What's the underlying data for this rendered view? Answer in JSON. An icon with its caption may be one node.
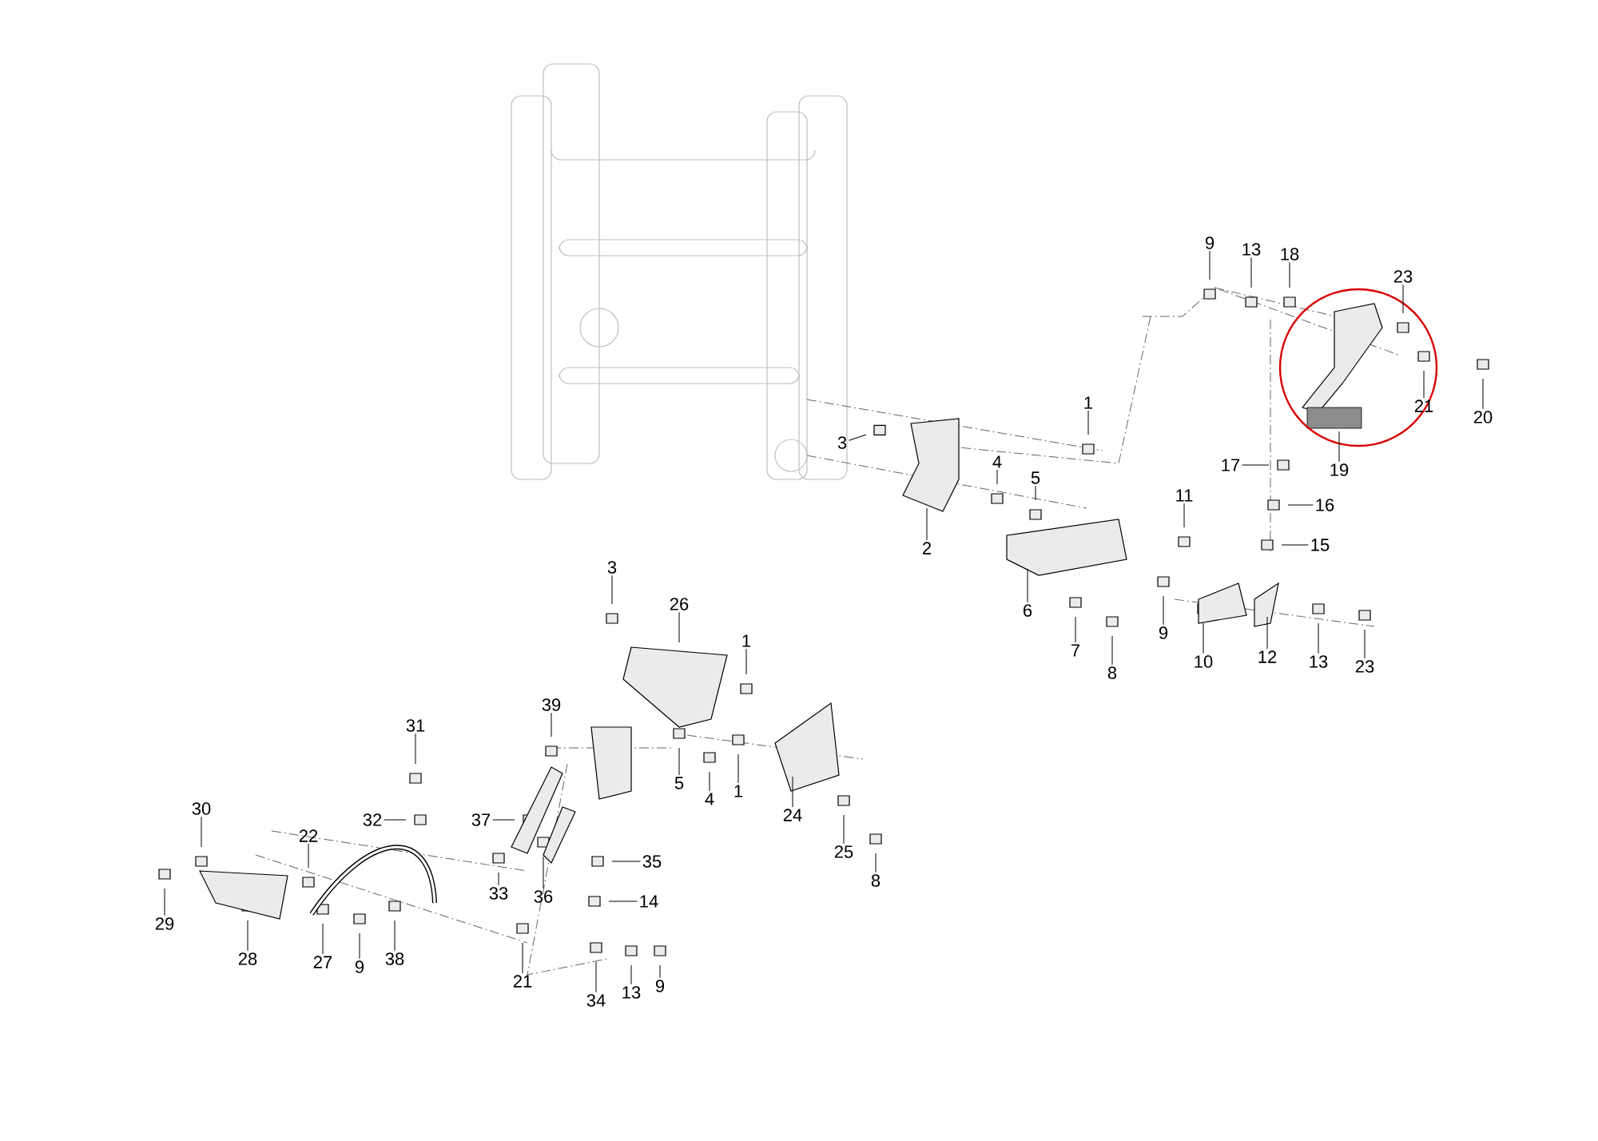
{
  "diagram": {
    "nodes": [
      {
        "text": [
          "9"
        ]
      },
      {
        "text": [
          "13"
        ]
      },
      {
        "text": [
          "18"
        ]
      },
      {
        "text": [
          "23"
        ]
      },
      {
        "text": [
          "21"
        ]
      },
      {
        "text": [
          "20"
        ]
      },
      {
        "text": [
          "19"
        ]
      },
      {
        "text": [
          "17"
        ]
      },
      {
        "text": [
          "16"
        ]
      },
      {
        "text": [
          "15"
        ]
      },
      {
        "text": [
          "11"
        ]
      },
      {
        "text": [
          "9"
        ]
      },
      {
        "text": [
          "10"
        ]
      },
      {
        "text": [
          "12"
        ]
      },
      {
        "text": [
          "13"
        ]
      },
      {
        "text": [
          "23"
        ]
      },
      {
        "text": [
          "1"
        ]
      },
      {
        "text": [
          "3"
        ]
      },
      {
        "text": [
          "4"
        ]
      },
      {
        "text": [
          "5"
        ]
      },
      {
        "text": [
          "2"
        ]
      },
      {
        "text": [
          "6"
        ]
      },
      {
        "text": [
          "7"
        ]
      },
      {
        "text": [
          "8"
        ]
      },
      {
        "text": [
          "3"
        ]
      },
      {
        "text": [
          "26"
        ]
      },
      {
        "text": [
          "1"
        ]
      },
      {
        "text": [
          "39"
        ]
      },
      {
        "text": [
          "5"
        ]
      },
      {
        "text": [
          "4"
        ]
      },
      {
        "text": [
          "1"
        ]
      },
      {
        "text": [
          "24"
        ]
      },
      {
        "text": [
          "25"
        ]
      },
      {
        "text": [
          "8"
        ]
      },
      {
        "text": [
          "31"
        ]
      },
      {
        "text": [
          "30"
        ]
      },
      {
        "text": [
          "32"
        ]
      },
      {
        "text": [
          "37"
        ]
      },
      {
        "text": [
          "22"
        ]
      },
      {
        "text": [
          "35"
        ]
      },
      {
        "text": [
          "33"
        ]
      },
      {
        "text": [
          "36"
        ]
      },
      {
        "text": [
          "14"
        ]
      },
      {
        "text": [
          "29"
        ]
      },
      {
        "text": [
          "28"
        ]
      },
      {
        "text": [
          "27"
        ]
      },
      {
        "text": [
          "9"
        ]
      },
      {
        "text": [
          "38"
        ]
      },
      {
        "text": [
          "21"
        ]
      },
      {
        "text": [
          "34"
        ]
      },
      {
        "text": [
          "13"
        ]
      },
      {
        "text": [
          "9"
        ]
      }
    ],
    "edges": [
      {
        "from": 0,
        "to": null,
        "arrow": "none"
      },
      {
        "from": 1,
        "to": null,
        "arrow": "none"
      },
      {
        "from": 2,
        "to": null,
        "arrow": "none"
      },
      {
        "from": 3,
        "to": null,
        "arrow": "none"
      },
      {
        "from": 4,
        "to": null,
        "arrow": "none"
      },
      {
        "from": 5,
        "to": null,
        "arrow": "none"
      },
      {
        "from": 6,
        "to": null,
        "arrow": "none"
      },
      {
        "from": 7,
        "to": null,
        "arrow": "none"
      },
      {
        "from": 8,
        "to": null,
        "arrow": "none"
      },
      {
        "from": 9,
        "to": null,
        "arrow": "none"
      },
      {
        "from": 10,
        "to": null,
        "arrow": "none"
      },
      {
        "from": 11,
        "to": null,
        "arrow": "none"
      },
      {
        "from": 12,
        "to": null,
        "arrow": "none"
      },
      {
        "from": 13,
        "to": null,
        "arrow": "none"
      },
      {
        "from": 14,
        "to": null,
        "arrow": "none"
      },
      {
        "from": 15,
        "to": null,
        "arrow": "none"
      },
      {
        "from": 16,
        "to": null,
        "arrow": "none"
      },
      {
        "from": 17,
        "to": null,
        "arrow": "none"
      },
      {
        "from": 18,
        "to": null,
        "arrow": "none"
      },
      {
        "from": 19,
        "to": null,
        "arrow": "none"
      },
      {
        "from": 20,
        "to": null,
        "arrow": "none"
      },
      {
        "from": 21,
        "to": null,
        "arrow": "none"
      },
      {
        "from": 22,
        "to": null,
        "arrow": "none"
      },
      {
        "from": 23,
        "to": null,
        "arrow": "none"
      },
      {
        "from": 24,
        "to": null,
        "arrow": "none"
      },
      {
        "from": 25,
        "to": null,
        "arrow": "none"
      },
      {
        "from": 26,
        "to": null,
        "arrow": "none"
      },
      {
        "from": 27,
        "to": null,
        "arrow": "none"
      },
      {
        "from": 28,
        "to": null,
        "arrow": "none"
      },
      {
        "from": 29,
        "to": null,
        "arrow": "none"
      },
      {
        "from": 30,
        "to": null,
        "arrow": "none"
      },
      {
        "from": 31,
        "to": null,
        "arrow": "none"
      },
      {
        "from": 32,
        "to": null,
        "arrow": "none"
      },
      {
        "from": 33,
        "to": null,
        "arrow": "none"
      },
      {
        "from": 34,
        "to": null,
        "arrow": "none"
      },
      {
        "from": 35,
        "to": null,
        "arrow": "none"
      },
      {
        "from": 36,
        "to": null,
        "arrow": "none"
      },
      {
        "from": 37,
        "to": null,
        "arrow": "none"
      },
      {
        "from": 38,
        "to": null,
        "arrow": "none"
      },
      {
        "from": 39,
        "to": null,
        "arrow": "none"
      },
      {
        "from": 40,
        "to": null,
        "arrow": "none"
      },
      {
        "from": 41,
        "to": null,
        "arrow": "none"
      },
      {
        "from": 42,
        "to": null,
        "arrow": "none"
      },
      {
        "from": 43,
        "to": null,
        "arrow": "none"
      },
      {
        "from": 44,
        "to": null,
        "arrow": "none"
      },
      {
        "from": 45,
        "to": null,
        "arrow": "none"
      },
      {
        "from": 46,
        "to": null,
        "arrow": "none"
      },
      {
        "from": 47,
        "to": null,
        "arrow": "none"
      },
      {
        "from": 48,
        "to": null,
        "arrow": "none"
      },
      {
        "from": 49,
        "to": null,
        "arrow": "none"
      },
      {
        "from": 50,
        "to": null,
        "arrow": "none"
      },
      {
        "from": 51,
        "to": null,
        "arrow": "none"
      }
    ]
  }
}
